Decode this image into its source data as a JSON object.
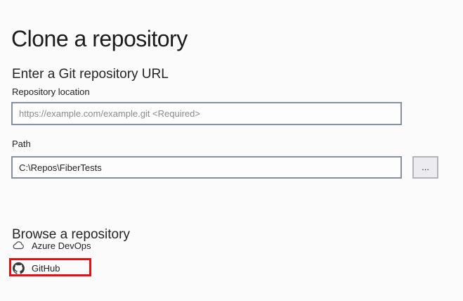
{
  "page": {
    "title": "Clone a repository"
  },
  "url_section": {
    "heading": "Enter a Git repository URL",
    "repository_location": {
      "label": "Repository location",
      "value": "",
      "placeholder": "https://example.com/example.git <Required>"
    },
    "path": {
      "label": "Path",
      "value": "C:\\Repos\\FiberTests"
    },
    "browse_button_label": "..."
  },
  "browse_section": {
    "heading": "Browse a repository",
    "items": [
      {
        "label": "Azure DevOps",
        "icon": "cloud-icon",
        "highlighted": false
      },
      {
        "label": "GitHub",
        "icon": "github-icon",
        "highlighted": true
      }
    ]
  },
  "colors": {
    "background": "#fbfbfb",
    "text_primary": "#1e1e1e",
    "placeholder_text": "#8b8b8b",
    "input_border": "#87909e",
    "button_background": "#ececf0",
    "button_border": "#b4b4b8",
    "highlight_red": "#e60f12"
  }
}
